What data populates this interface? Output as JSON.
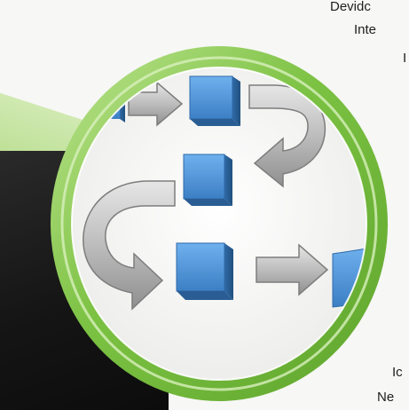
{
  "side_text": {
    "line1": "Devidc",
    "line2": "Inte",
    "line3": "I",
    "line4": "Ic",
    "line5": "Ne"
  },
  "colors": {
    "ring_green": "#7bc142",
    "ring_light_green": "#b6de86",
    "block_blue": "#4a8fd4",
    "arrow_gray": "#a9a9a9",
    "dark_panel": "#161616"
  },
  "icons": [
    "process-flow-icon",
    "right-arrow-icon",
    "curved-arrow-icon"
  ]
}
